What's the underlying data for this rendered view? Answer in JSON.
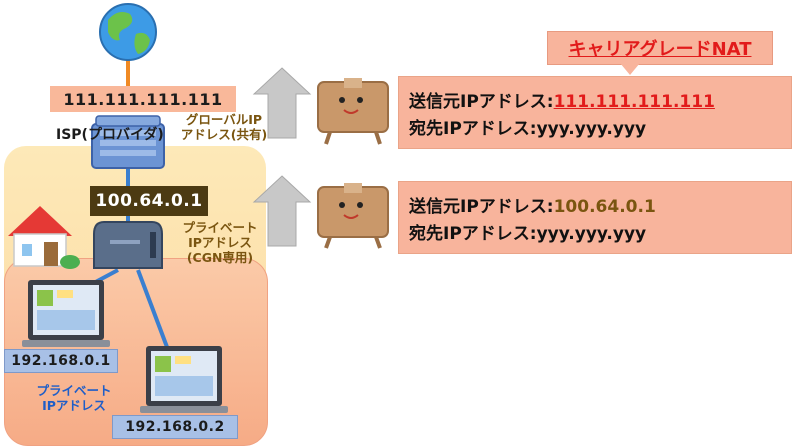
{
  "title": "キャリアグレードNAT",
  "isp": {
    "label": "ISP(プロバイダ)",
    "global_ip": "111.111.111.111",
    "global_label_line1": "グローバルIP",
    "global_label_line2": "アドレス(共有)"
  },
  "cgn": {
    "ip": "100.64.0.1",
    "label_line1": "プライベート",
    "label_line2": "IPアドレス",
    "label_line3": "(CGN専用)"
  },
  "lan": {
    "pc1_ip": "192.168.0.1",
    "pc2_ip": "192.168.0.2",
    "label_line1": "プライベート",
    "label_line2": "IPアドレス"
  },
  "packets": [
    {
      "src_label": "送信元IPアドレス:",
      "src_value": "111.111.111.111",
      "dst_label": "宛先IPアドレス:",
      "dst_value": "yyy.yyy.yyy"
    },
    {
      "src_label": "送信元IPアドレス:",
      "src_value": "100.64.0.1",
      "dst_label": "宛先IPアドレス:",
      "dst_value": "yyy.yyy.yyy"
    }
  ],
  "colors": {
    "accent_red": "#e21b1b",
    "cgn_brown": "#7a5510",
    "box_salmon": "#f8b49c",
    "link_blue": "#3a7fd0"
  }
}
